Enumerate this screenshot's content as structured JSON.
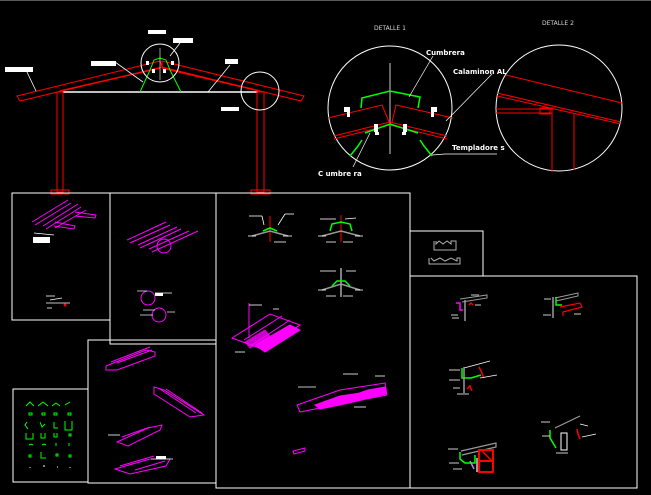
{
  "drawing": {
    "background": "#000000",
    "colors": {
      "frame": "#ffffff",
      "structure": "#ff0000",
      "flashing": "#00ff00",
      "sheet": "#ff00ff",
      "annotation": "#ffffff",
      "profile": "#9a9a9a"
    }
  },
  "main_elevation": {
    "label_tags": [
      "",
      "",
      "",
      "",
      "",
      ""
    ]
  },
  "detail_1": {
    "title": "DETALLE 1",
    "labels": {
      "cumbrera_top": "Cumbrera",
      "calaminon": "Calaminon AL",
      "templadores": "Templadore s",
      "cumbrera_bottom": "C umbre ra"
    }
  },
  "detail_2": {
    "title": "DETALLE 2"
  },
  "frames": [
    {
      "id": "sheet-isometric-1",
      "content": "corrugated sheet isometric"
    },
    {
      "id": "sheet-isometric-2",
      "content": "corrugated sheet with details"
    },
    {
      "id": "ridge-details",
      "content": "ridge cap sections and sheet assemblies"
    },
    {
      "id": "profiles",
      "content": "sheet profile sections"
    },
    {
      "id": "eave-details",
      "content": "eave and gutter details"
    },
    {
      "id": "sheet-isometric-3",
      "content": "sheet overlap isometrics"
    },
    {
      "id": "accessories",
      "content": "accessory pieces catalog"
    }
  ]
}
